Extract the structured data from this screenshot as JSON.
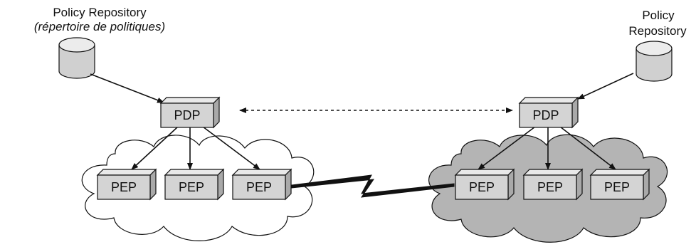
{
  "left_repo": {
    "label": "Policy Repository",
    "sublabel": "(répertoire de politiques)"
  },
  "right_repo": {
    "label_line1": "Policy",
    "label_line2": "Repository"
  },
  "left_pdp": "PDP",
  "right_pdp": "PDP",
  "left_peps": [
    "PEP",
    "PEP",
    "PEP"
  ],
  "right_peps": [
    "PEP",
    "PEP",
    "PEP"
  ],
  "colors": {
    "box_front": "#d4d4d4",
    "box_side": "#a9a9a9",
    "box_top": "#e9e9e9",
    "cloud_left": "#ffffff",
    "cloud_right": "#b4b4b4",
    "stroke": "#111111"
  }
}
